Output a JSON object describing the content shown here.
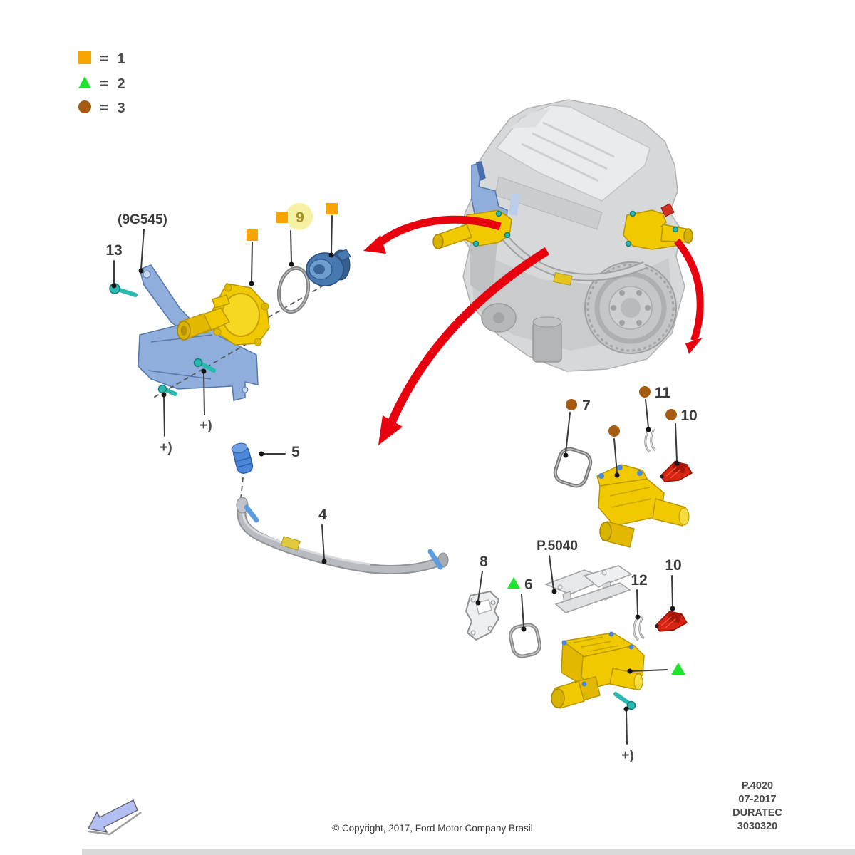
{
  "legend": {
    "items": [
      {
        "marker": "orange-square",
        "eq": "=",
        "value": "1"
      },
      {
        "marker": "green-triangle",
        "eq": "=",
        "value": "2"
      },
      {
        "marker": "brown-circle",
        "eq": "=",
        "value": "3"
      }
    ]
  },
  "callouts": {
    "group_label": "(9G545)",
    "p13": "13",
    "p9": "9",
    "p5": "5",
    "p4": "4",
    "p8": "8",
    "p6": "6",
    "p7": "7",
    "p11": "11",
    "p10_upper": "10",
    "p12": "12",
    "p10_lower": "10",
    "p5040": "P.5040",
    "plus": "+)"
  },
  "footer": {
    "copyright": "© Copyright, 2017, Ford Motor Company Brasil",
    "plate": [
      "P.4020",
      "07-2017",
      "DURATEC",
      "3030320"
    ]
  },
  "colors": {
    "marker_orange": "#F9A400",
    "marker_green": "#1FE32D",
    "marker_brown": "#A55B11",
    "arrow_red": "#E8000F",
    "highlight_yellow": "#F6F1A3",
    "nav_arrow_blue": "#B3BFF2",
    "part_yellow": "#F0C900",
    "part_blue": "#7FA8DC",
    "part_teal": "#2AB8B0",
    "part_red": "#D62312"
  }
}
